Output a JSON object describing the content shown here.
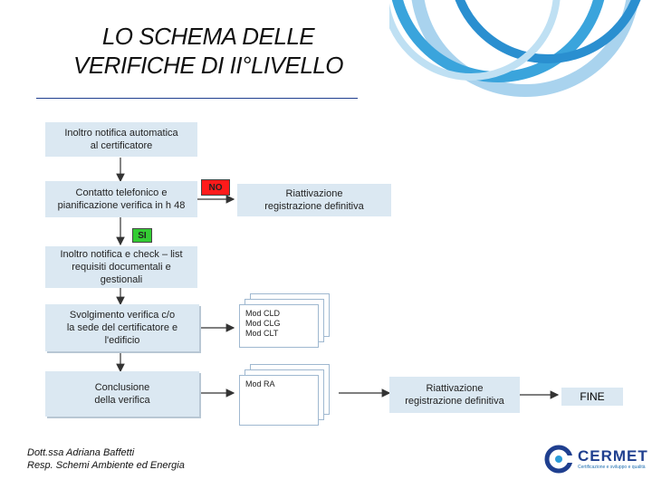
{
  "title": {
    "line1": "LO SCHEMA DELLE",
    "line2": "VERIFICHE DI II°LIVELLO"
  },
  "boxes": {
    "inoltro_notifica": "Inoltro notifica automatica\nal  certificatore",
    "contatto": "Contatto telefonico e\npianificazione  verifica in h 48",
    "riattivazione_1": "Riattivazione\nregistrazione definitiva",
    "inoltro_check": "Inoltro notifica e check – list\nrequisiti  documentali e\ngestionali",
    "svolgimento": "Svolgimento verifica c/o\nla sede del certificatore  e\nl'edificio",
    "conclusione": "Conclusione\ndella verifica",
    "riattivazione_2": "Riattivazione\nregistrazione definitiva",
    "fine": "FINE"
  },
  "tags": {
    "no": "NO",
    "si": "SI"
  },
  "documents": {
    "stack_1": "Mod CLD\nMod CLG\nMod CLT",
    "stack_2": "Mod RA"
  },
  "footer": {
    "author": "Dott.ssa Adriana Baffetti\nResp. Schemi Ambiente ed Energia",
    "logo_word": "CERMET",
    "logo_tagline": "Certificazione e sviluppo e qualità"
  },
  "colors": {
    "box_fill": "#dbe8f2",
    "no_tag": "#ff1a1a",
    "si_tag": "#33cc33",
    "brand": "#1f3f8f",
    "deco_rings": "#2a9bd8"
  }
}
